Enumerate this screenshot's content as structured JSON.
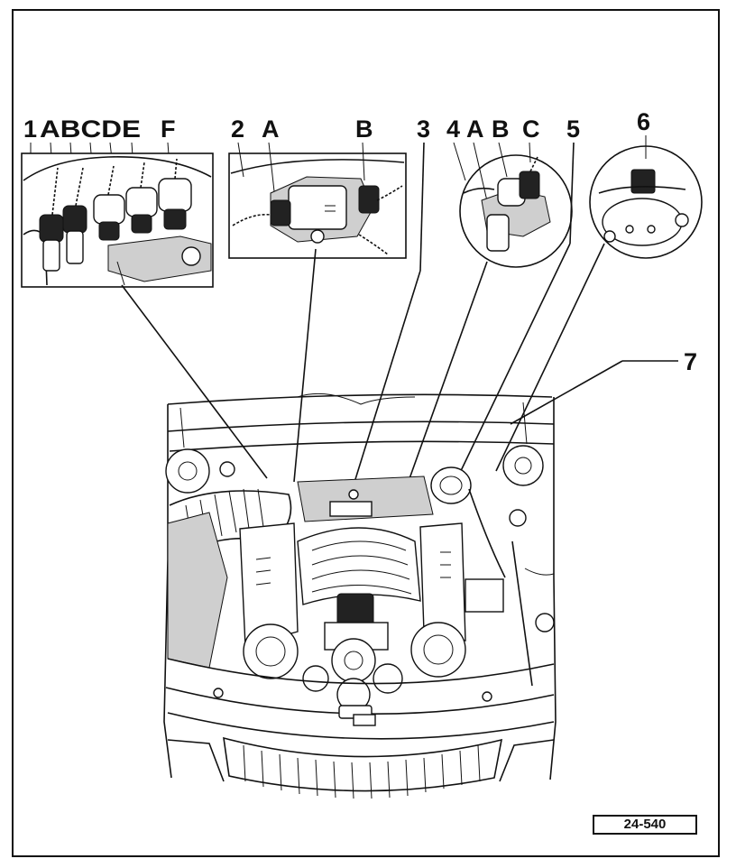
{
  "labels": {
    "item_1": "1",
    "item_1_subs": "ABCDE",
    "item_1_f": "F",
    "item_2": "2",
    "item_2_a": "A",
    "item_2_b": "B",
    "item_3": "3",
    "item_4": "4",
    "item_4_a": "A",
    "item_4_b": "B",
    "item_4_c": "C",
    "item_5": "5",
    "item_6": "6",
    "item_7": "7"
  },
  "figure_tag": "24-540"
}
